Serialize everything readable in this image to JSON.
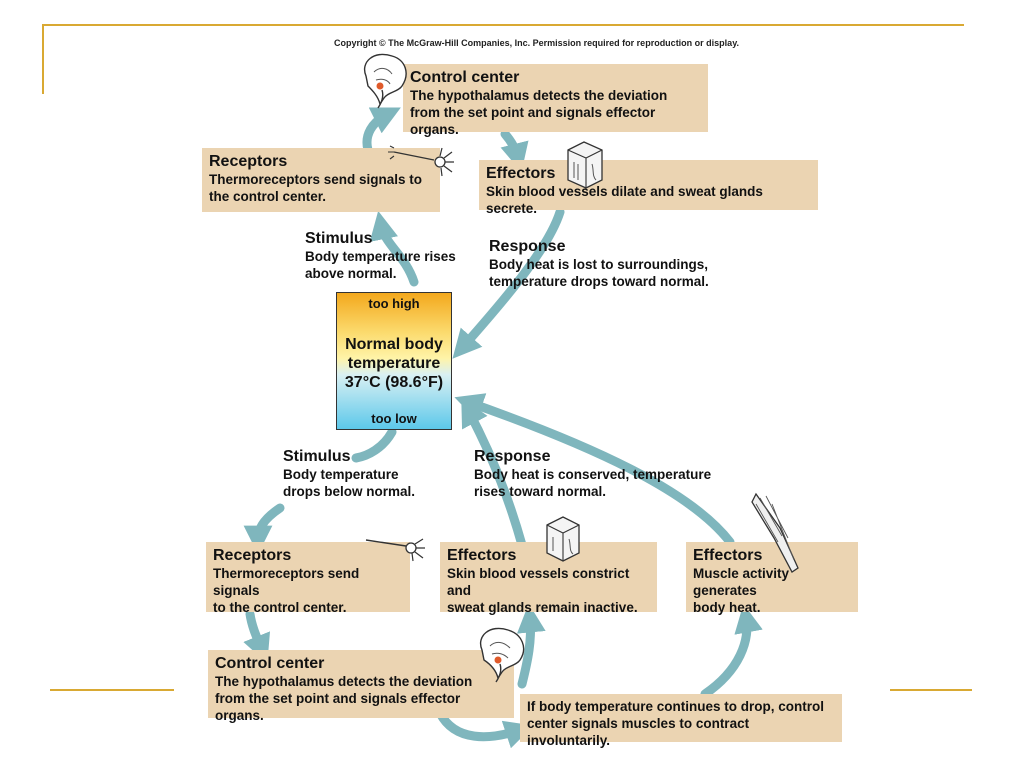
{
  "copyright": "Copyright © The McGraw-Hill Companies, Inc. Permission required for reproduction or display.",
  "colors": {
    "box": "#ebd4b2",
    "arrow": "#7fb6bd",
    "accent": "#d9a933"
  },
  "top_loop": {
    "control_center": {
      "heading": "Control center",
      "text": "The hypothalamus detects the deviation\nfrom the set point and signals effector organs."
    },
    "receptors": {
      "heading": "Receptors",
      "text": "Thermoreceptors send signals to\nthe control center."
    },
    "effectors": {
      "heading": "Effectors",
      "text": "Skin blood vessels dilate and sweat glands secrete."
    },
    "stimulus": {
      "heading": "Stimulus",
      "text": "Body temperature rises\nabove normal."
    },
    "response": {
      "heading": "Response",
      "text": "Body heat is lost to surroundings,\ntemperature drops toward normal."
    }
  },
  "thermometer": {
    "high_label": "too high",
    "low_label": "too low",
    "center_text": "Normal body\ntemperature\n37°C (98.6°F)"
  },
  "bottom_loop": {
    "stimulus": {
      "heading": "Stimulus",
      "text": "Body temperature\ndrops below normal."
    },
    "response": {
      "heading": "Response",
      "text": "Body heat is conserved, temperature\nrises toward normal."
    },
    "receptors": {
      "heading": "Receptors",
      "text": "Thermoreceptors send signals\nto the control center."
    },
    "effectors_skin": {
      "heading": "Effectors",
      "text": "Skin blood vessels constrict and\nsweat glands remain inactive."
    },
    "effectors_muscle": {
      "heading": "Effectors",
      "text": "Muscle activity generates\nbody heat."
    },
    "control_center": {
      "heading": "Control center",
      "text": "The hypothalamus detects the deviation\nfrom the set point and signals effector organs."
    },
    "continue_note": {
      "text": "If body temperature continues to drop, control\ncenter signals muscles to contract involuntarily."
    }
  },
  "icons": [
    "brain-icon",
    "neuron-icon",
    "skin-icon",
    "muscle-icon"
  ]
}
